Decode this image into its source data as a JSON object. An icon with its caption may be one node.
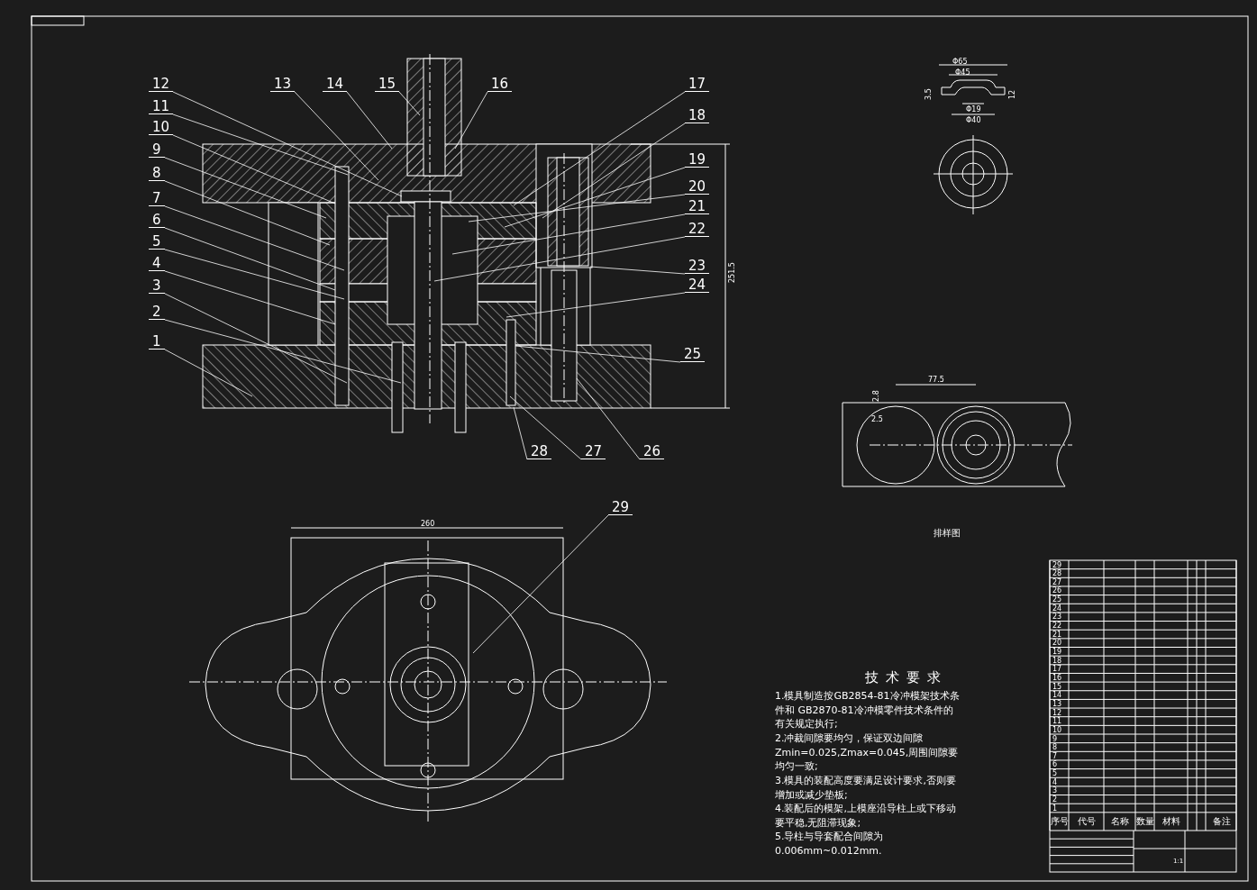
{
  "diagram": {
    "nodes": [
      {
        "text": [
          "1"
        ]
      },
      {
        "text": [
          "2"
        ]
      },
      {
        "text": [
          "3"
        ]
      },
      {
        "text": [
          "4"
        ]
      },
      {
        "text": [
          "5"
        ]
      },
      {
        "text": [
          "6"
        ]
      },
      {
        "text": [
          "7"
        ]
      },
      {
        "text": [
          "8"
        ]
      },
      {
        "text": [
          "9"
        ]
      },
      {
        "text": [
          "10"
        ]
      },
      {
        "text": [
          "11"
        ]
      },
      {
        "text": [
          "12"
        ]
      },
      {
        "text": [
          "13"
        ]
      },
      {
        "text": [
          "14"
        ]
      },
      {
        "text": [
          "15"
        ]
      },
      {
        "text": [
          "16"
        ]
      },
      {
        "text": [
          "17"
        ]
      },
      {
        "text": [
          "18"
        ]
      },
      {
        "text": [
          "19"
        ]
      },
      {
        "text": [
          "20"
        ]
      },
      {
        "text": [
          "21"
        ]
      },
      {
        "text": [
          "22"
        ]
      },
      {
        "text": [
          "23"
        ]
      },
      {
        "text": [
          "24"
        ]
      },
      {
        "text": [
          "25"
        ]
      },
      {
        "text": [
          "26"
        ]
      },
      {
        "text": [
          "27"
        ]
      },
      {
        "text": [
          "28"
        ]
      },
      {
        "text": [
          "29"
        ]
      }
    ],
    "edges": [
      {
        "from": 0,
        "to": null,
        "arrow": "none"
      },
      {
        "from": 1,
        "to": null,
        "arrow": "none"
      },
      {
        "from": 2,
        "to": null,
        "arrow": "none"
      },
      {
        "from": 3,
        "to": null,
        "arrow": "none"
      },
      {
        "from": 4,
        "to": null,
        "arrow": "none"
      },
      {
        "from": 5,
        "to": null,
        "arrow": "none"
      },
      {
        "from": 6,
        "to": null,
        "arrow": "none"
      },
      {
        "from": 7,
        "to": null,
        "arrow": "none"
      },
      {
        "from": 8,
        "to": null,
        "arrow": "none"
      },
      {
        "from": 9,
        "to": null,
        "arrow": "none"
      },
      {
        "from": 10,
        "to": null,
        "arrow": "none"
      },
      {
        "from": 11,
        "to": null,
        "arrow": "none"
      },
      {
        "from": 12,
        "to": null,
        "arrow": "none"
      },
      {
        "from": 13,
        "to": null,
        "arrow": "none"
      },
      {
        "from": 14,
        "to": null,
        "arrow": "none"
      },
      {
        "from": 15,
        "to": null,
        "arrow": "none"
      },
      {
        "from": 16,
        "to": null,
        "arrow": "none"
      },
      {
        "from": 17,
        "to": null,
        "arrow": "none"
      },
      {
        "from": 18,
        "to": null,
        "arrow": "none"
      },
      {
        "from": 19,
        "to": null,
        "arrow": "none"
      },
      {
        "from": 20,
        "to": null,
        "arrow": "none"
      },
      {
        "from": 21,
        "to": null,
        "arrow": "none"
      },
      {
        "from": 22,
        "to": null,
        "arrow": "none"
      },
      {
        "from": 23,
        "to": null,
        "arrow": "none"
      },
      {
        "from": 24,
        "to": null,
        "arrow": "none"
      },
      {
        "from": 25,
        "to": null,
        "arrow": "none"
      },
      {
        "from": 26,
        "to": null,
        "arrow": "none"
      },
      {
        "from": 27,
        "to": null,
        "arrow": "none"
      },
      {
        "from": 28,
        "to": null,
        "arrow": "none"
      }
    ],
    "labels": [
      "Φ65",
      "Φ45",
      "3.5",
      "12",
      "Φ19",
      "Φ40",
      "251.5",
      "77.5",
      "2.8",
      "2.5",
      "排样图",
      "260",
      "技术要求",
      "1.模具制造按GB2854-81冷冲模架技术条件和 GB2870-81冷冲模零件技术条件的有关规定执行;",
      "2.冲裁间隙要均匀，保证双边间隙Zmin=0.025,Zmax=0.045,周围间隙要均匀一致;",
      "3.模具的装配高度要满足设计要求,否则要增加或减少垫板;",
      "4.装配后的模架,上模座沿导柱上或下移动要平稳,无阻滞现象;",
      "5.导柱与导套配合间隙为0.006mm~0.012mm.",
      "29",
      "28",
      "27",
      "26",
      "25",
      "24",
      "23",
      "22",
      "21",
      "20",
      "19",
      "18",
      "17",
      "16",
      "15",
      "14",
      "13",
      "12",
      "11",
      "10",
      "9",
      "8",
      "7",
      "6",
      "5",
      "4",
      "3",
      "2",
      "1",
      "序号",
      "代号",
      "名称",
      "数量",
      "材料",
      "备注",
      "1:1"
    ]
  }
}
